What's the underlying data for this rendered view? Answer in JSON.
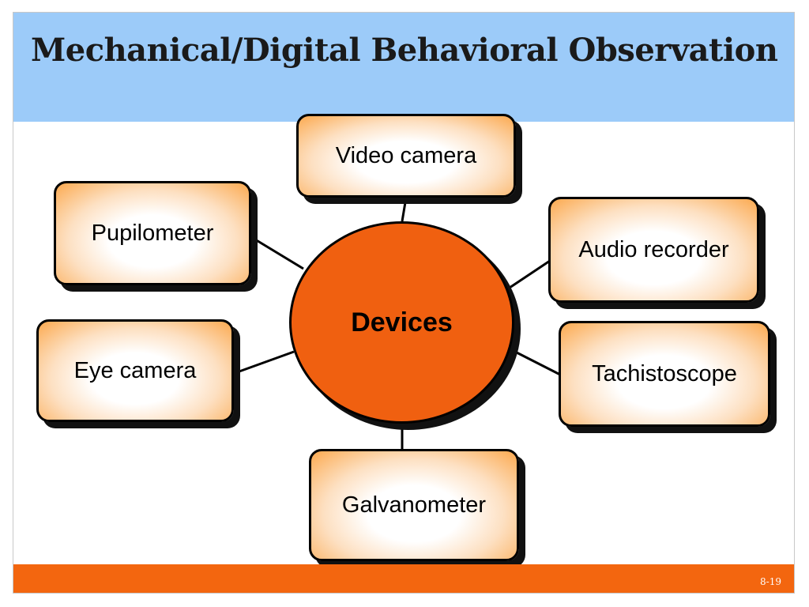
{
  "slide": {
    "title": "Mechanical/Digital Behavioral Observation",
    "page_number": "8-19"
  },
  "diagram": {
    "hub": "Devices",
    "nodes": [
      {
        "id": "video-camera",
        "label": "Video camera"
      },
      {
        "id": "pupilometer",
        "label": "Pupilometer"
      },
      {
        "id": "audio-recorder",
        "label": "Audio recorder"
      },
      {
        "id": "eye-camera",
        "label": "Eye camera"
      },
      {
        "id": "tachistoscope",
        "label": "Tachistoscope"
      },
      {
        "id": "galvanometer",
        "label": "Galvanometer"
      }
    ],
    "colors": {
      "title_band": "#9ccbf9",
      "footer_band": "#f3660f",
      "hub_fill": "#f06010",
      "node_edge": "#fba94f"
    }
  }
}
